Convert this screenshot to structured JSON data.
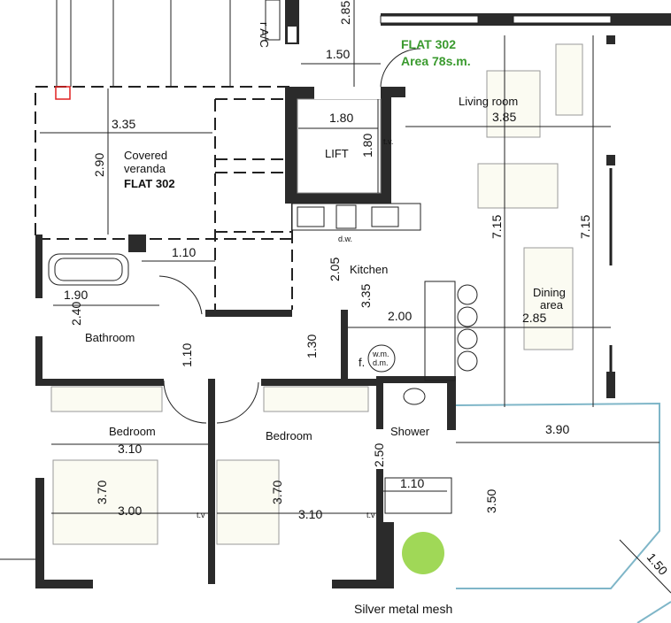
{
  "flat": {
    "title": "FLAT 302",
    "area": "Area 78s.m."
  },
  "rooms": {
    "veranda_line1": "Covered",
    "veranda_line2": "veranda",
    "veranda_flat": "FLAT 302",
    "lift": "LIFT",
    "living": "Living room",
    "kitchen": "Kitchen",
    "dining_line1": "Dining",
    "dining_line2": "area",
    "bathroom": "Bathroom",
    "bedroom1": "Bedroom",
    "bedroom2": "Bedroom",
    "shower": "Shower"
  },
  "annotations": {
    "ac": "r A/C",
    "tv1": "t.v.",
    "dw": "d.w.",
    "wm": "w.m.",
    "dm": "d.m.",
    "f": "f.",
    "tv2": "t.v",
    "tv3": "t.v",
    "mesh": "Silver metal mesh"
  },
  "dimensions": {
    "d285": "2.85",
    "d150": "1.50",
    "d335a": "3.35",
    "d290": "2.90",
    "d180w": "1.80",
    "d180h": "1.80",
    "d385": "3.85",
    "d715a": "7.15",
    "d715b": "7.15",
    "d205": "2.05",
    "d335b": "3.35",
    "d110a": "1.10",
    "d190": "1.90",
    "d240": "2.40",
    "d200": "2.00",
    "d285b": "2.85",
    "d110b": "1.10",
    "d130": "1.30",
    "d310a": "3.10",
    "d370a": "3.70",
    "d300": "3.00",
    "d370b": "3.70",
    "d310b": "3.10",
    "d250": "2.50",
    "d110c": "1.10",
    "d390": "3.90",
    "d350": "3.50",
    "d150b": "1.50"
  },
  "colors": {
    "wall": "#2b2b2b",
    "flat_label": "#3a9a2e",
    "balcony_rail": "#7fb6c8",
    "plant": "#8fd13a",
    "marker": "#e02020"
  }
}
